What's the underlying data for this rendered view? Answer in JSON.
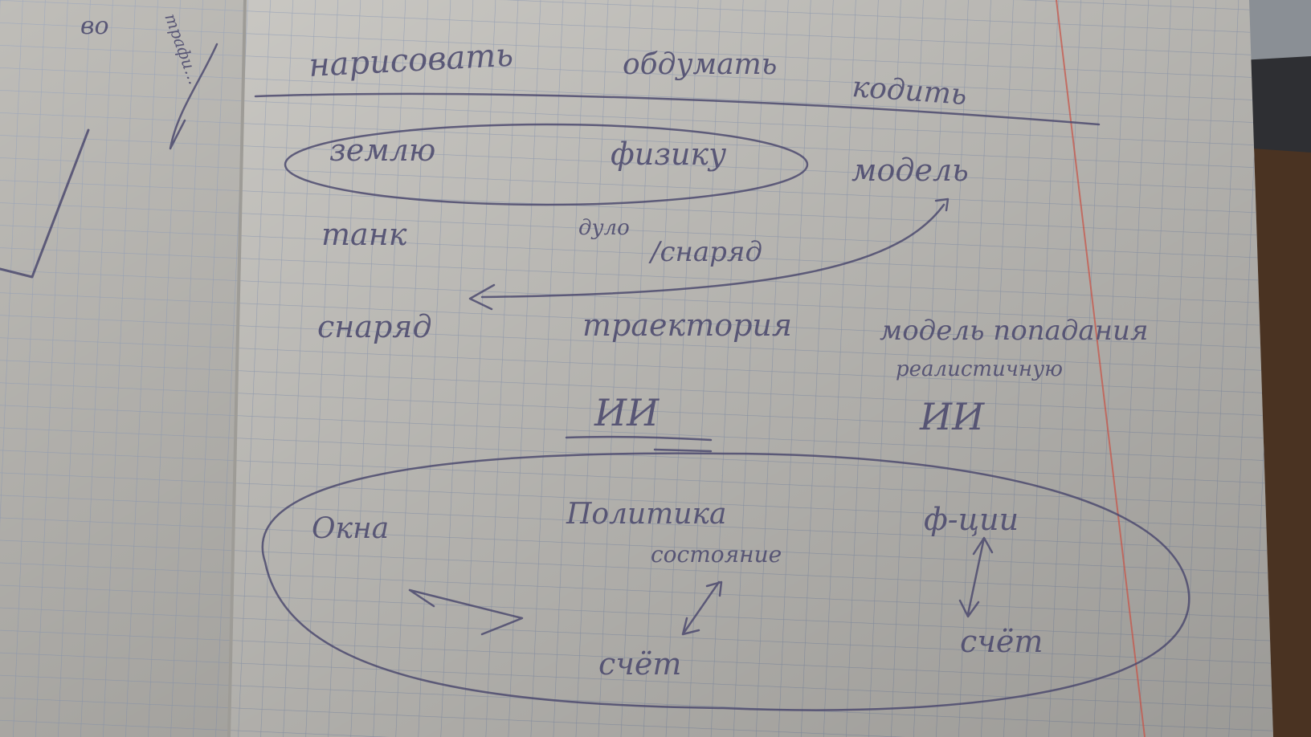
{
  "scene": {
    "paper_color": "#d8d6d1",
    "grid_color": "#a9b3c7",
    "margin_line_color": "#c7564a",
    "ink_color": "#4c4a6e",
    "desk_color": "#4a3322"
  },
  "notes": {
    "left_page_1": "во",
    "left_page_2": "трафи…",
    "col1_header": "нарисовать",
    "col2_header": "обдумать",
    "col3_header": "кодить",
    "oval_item_1": "землю",
    "oval_item_2": "физику",
    "model": "модель",
    "tank": "танк",
    "barrel": "дуло",
    "shell_over": "/снаряд",
    "shell": "снаряд",
    "trajectory": "траектория",
    "model_hit": "модель попадания",
    "realistic": "реалистичную",
    "ai_1": "ИИ",
    "ai_2": "ИИ",
    "window": "Окна",
    "pol_state": "Политика",
    "state": "состояние",
    "func": "ф-ции",
    "score_1": "счёт",
    "score_2": "счёт"
  }
}
